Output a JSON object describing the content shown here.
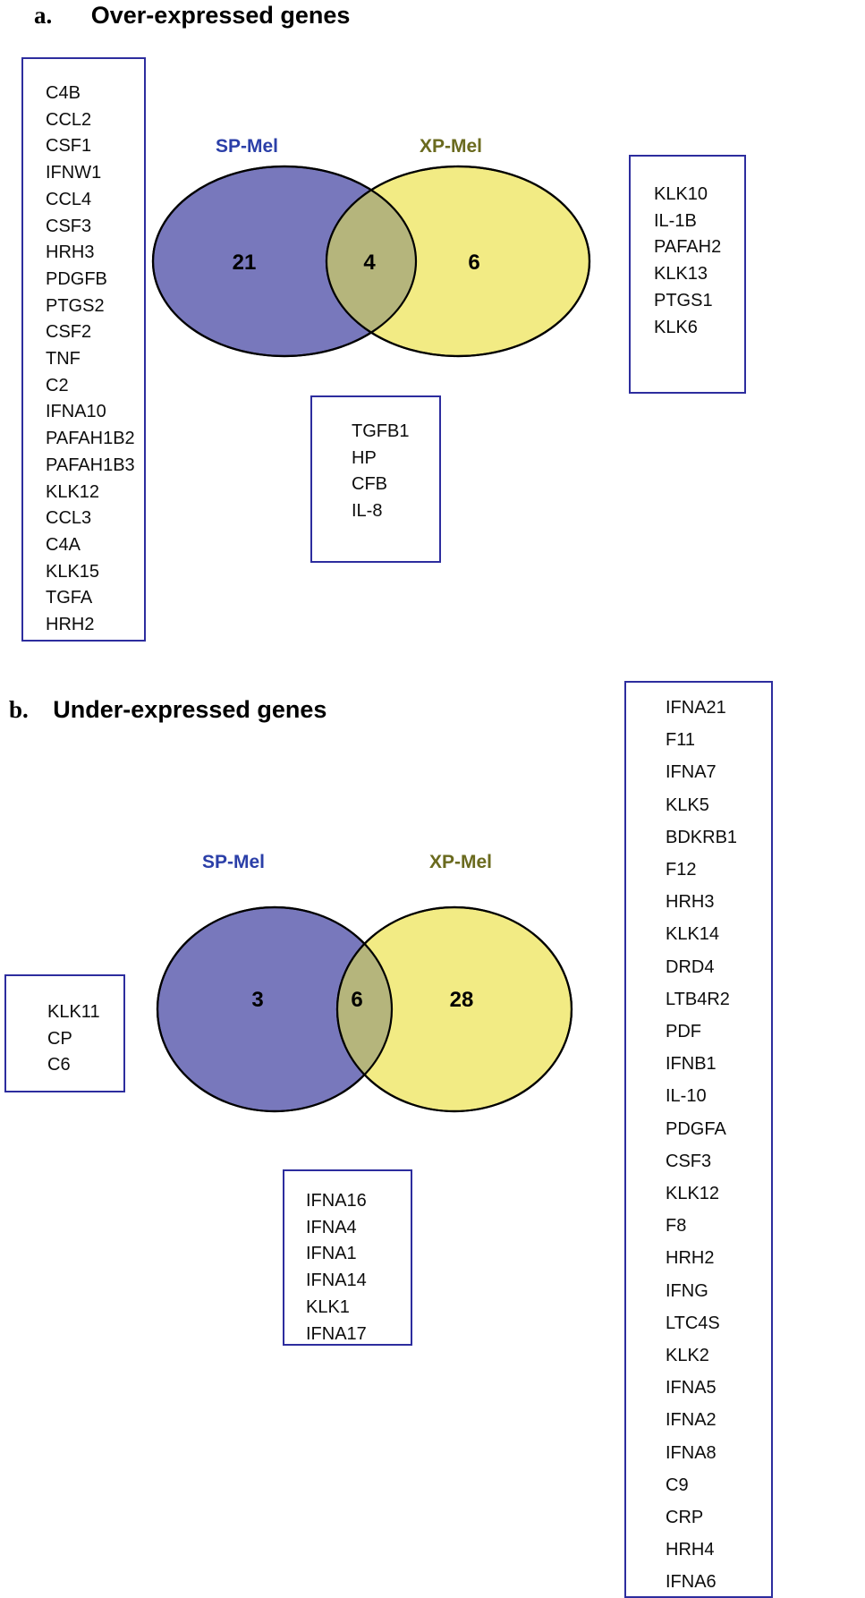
{
  "figure": {
    "background": "#ffffff",
    "box_border_color": "#2d2d9e",
    "sp_color": "#7878bc",
    "xp_color": "#f2eb84",
    "overlap_color": "#b5b57c",
    "sp_label_color": "#2b3fa8",
    "xp_label_color": "#6a6a1e",
    "outline_color": "#000000"
  },
  "panel_a": {
    "letter": "a.",
    "title": "Over-expressed genes",
    "venn": {
      "left_label": "SP-Mel",
      "right_label": "XP-Mel",
      "left_only_count": "21",
      "intersection_count": "4",
      "right_only_count": "6"
    },
    "left_box": {
      "name": "sp-mel-only-genes",
      "genes": [
        "C4B",
        "CCL2",
        "CSF1",
        "IFNW1",
        "CCL4",
        "CSF3",
        "HRH3",
        "PDGFB",
        "PTGS2",
        "CSF2",
        "TNF",
        "C2",
        "IFNA10",
        "PAFAH1B2",
        "PAFAH1B3",
        "KLK12",
        "CCL3",
        "C4A",
        "KLK15",
        "TGFA",
        "HRH2"
      ]
    },
    "right_box": {
      "name": "xp-mel-only-genes",
      "genes": [
        "KLK10",
        "IL-1B",
        "PAFAH2",
        "KLK13",
        "PTGS1",
        "KLK6"
      ]
    },
    "center_box": {
      "name": "shared-genes",
      "genes": [
        "TGFB1",
        "HP",
        "CFB",
        "IL-8"
      ]
    }
  },
  "panel_b": {
    "letter": "b.",
    "title": "Under-expressed genes",
    "venn": {
      "left_label": "SP-Mel",
      "right_label": "XP-Mel",
      "left_only_count": "3",
      "intersection_count": "6",
      "right_only_count": "28"
    },
    "left_box": {
      "name": "sp-mel-only-genes",
      "genes": [
        "KLK11",
        "CP",
        "C6"
      ]
    },
    "right_box": {
      "name": "xp-mel-only-genes",
      "genes": [
        "IFNA21",
        "F11",
        "IFNA7",
        "KLK5",
        "BDKRB1",
        "F12",
        "HRH3",
        "KLK14",
        "DRD4",
        "LTB4R2",
        "PDF",
        "IFNB1",
        "IL-10",
        "PDGFA",
        "CSF3",
        "KLK12",
        "F8",
        "HRH2",
        "IFNG",
        "LTC4S",
        "KLK2",
        "IFNA5",
        "IFNA2",
        "IFNA8",
        "C9",
        "CRP",
        "HRH4",
        "IFNA6"
      ]
    },
    "center_box": {
      "name": "shared-genes",
      "genes": [
        "IFNA16",
        "IFNA4",
        "IFNA1",
        "IFNA14",
        "KLK1",
        "IFNA17"
      ]
    }
  }
}
